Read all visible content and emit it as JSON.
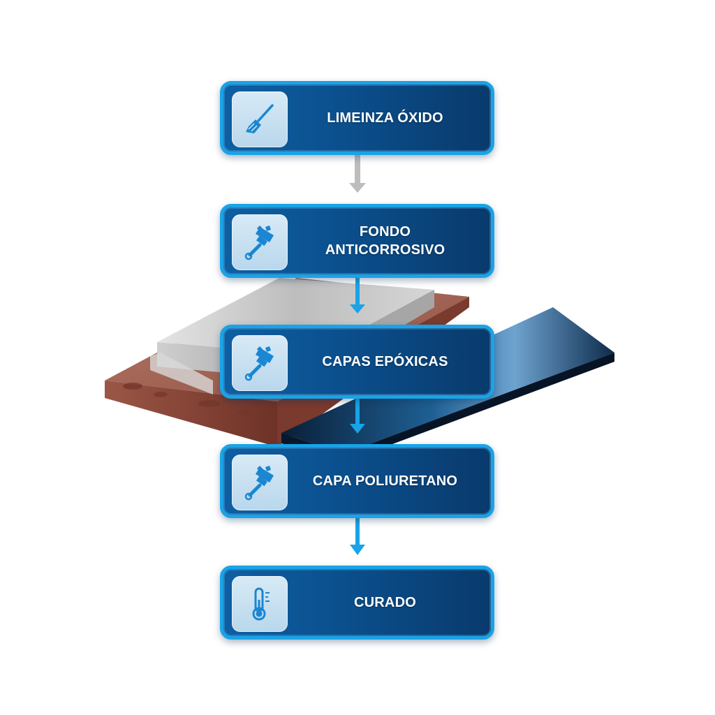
{
  "steps": [
    {
      "label": "LIMEINZA ÓXIDO",
      "icon": "broom-icon"
    },
    {
      "label": "FONDO\nANTICORROSIVO",
      "icon": "paint-brush-icon"
    },
    {
      "label": "CAPAS EPÓXICAS",
      "icon": "paint-brush-icon"
    },
    {
      "label": "CAPA POLIURETANO",
      "icon": "paint-brush-icon"
    },
    {
      "label": "CURADO",
      "icon": "thermometer-icon"
    }
  ],
  "colors": {
    "box_fill": "#0b4f8d",
    "box_border": "#1aa3e6",
    "icon_stroke": "#1b86d1",
    "arrow_gray": "#bdbdbd",
    "arrow_blue": "#1aa3e6",
    "rust": "#8b4a3c",
    "steel": "#c9c9c9",
    "coated_panel": "#0d2d4f"
  }
}
